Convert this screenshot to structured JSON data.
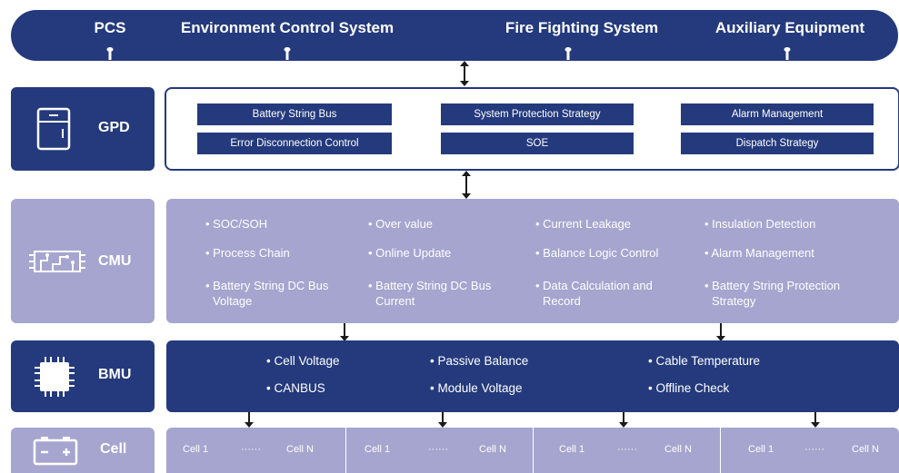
{
  "top_bar": {
    "items": [
      "PCS",
      "Environment Control System",
      "Fire Fighting System",
      "Auxiliary Equipment"
    ]
  },
  "layers": {
    "gpd": {
      "label": "GPD",
      "icon": "cabinet-icon",
      "boxes": [
        "Battery String Bus",
        "System Protection Strategy",
        "Alarm Management",
        "Error Disconnection Control",
        "SOE",
        "Dispatch Strategy"
      ]
    },
    "cmu": {
      "label": "CMU",
      "icon": "circuit-board-icon",
      "items": [
        "• SOC/SOH",
        "• Over value",
        "• Current Leakage",
        "• Insulation Detection",
        "• Process Chain",
        "• Online Update",
        "• Balance Logic Control",
        "• Alarm Management",
        [
          "• Battery String DC Bus",
          "Voltage"
        ],
        [
          "• Battery String DC Bus",
          "Current"
        ],
        [
          "• Data Calculation and",
          "Record"
        ],
        [
          "• Battery String Protection",
          "Strategy"
        ]
      ]
    },
    "bmu": {
      "label": "BMU",
      "icon": "chip-icon",
      "items": [
        "• Cell Voltage",
        "• Passive Balance",
        "• Cable Temperature",
        "• CANBUS",
        "• Module Voltage",
        "• Offline Check"
      ]
    },
    "cell": {
      "label": "Cell",
      "icon": "battery-icon",
      "groups": [
        {
          "first": "Cell 1",
          "dots": "······",
          "last": "Cell N"
        },
        {
          "first": "Cell 1",
          "dots": "······",
          "last": "Cell N"
        },
        {
          "first": "Cell 1",
          "dots": "······",
          "last": "Cell N"
        },
        {
          "first": "Cell 1",
          "dots": "······",
          "last": "Cell N"
        }
      ]
    }
  },
  "colors": {
    "navy": "#243a7d",
    "lavender": "#a5a5cf",
    "arrow": "#1b1b1b"
  }
}
